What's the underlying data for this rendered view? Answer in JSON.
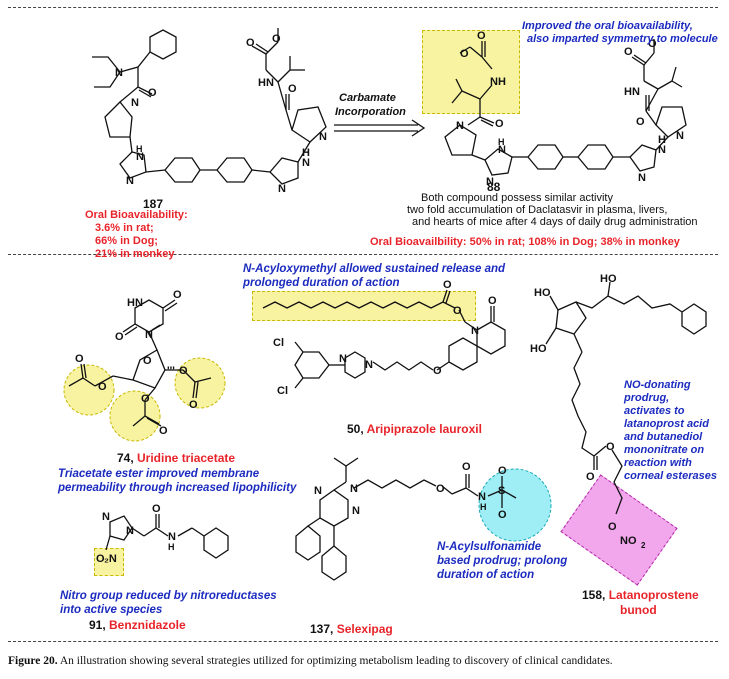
{
  "section_top": {
    "compound_187": {
      "number": "187",
      "bio_title": "Oral Bioavailability:",
      "bio_lines": [
        "3.6% in rat;",
        "66% in Dog;",
        "21% in monkey"
      ]
    },
    "arrow_label_1": "Carbamate",
    "arrow_label_2": "Incorporation",
    "compound_88": {
      "number": "88",
      "note_1": "Improved the oral bioavailability,",
      "note_2": "also imparted symmetry to molecule",
      "desc_1": "Both compound possess similar activity",
      "desc_2": "two fold accumulation of Daclatasvir in plasma, livers,",
      "desc_3": "and hearts of mice after 4 days of daily drug administration",
      "bio": "Oral Bioavailbility: 50% in rat; 108% in Dog; 38% in monkey"
    }
  },
  "section_bottom": {
    "uridine": {
      "number": "74, ",
      "name": "Uridine triacetate",
      "note_1": "Triacetate ester improved membrane",
      "note_2": "permeability through increased lipophilicity"
    },
    "aripiprazole": {
      "number": "50, ",
      "name": "Aripiprazole lauroxil",
      "note_1": "N-Acyloxymethyl allowed sustained release and",
      "note_2": "prolonged duration of action"
    },
    "latanoprostene": {
      "number": "158, ",
      "name_1": "Latanoprostene",
      "name_2": "bunod",
      "note": [
        "NO-donating",
        "prodrug,",
        "activates to",
        "latanoprost acid",
        "and butanediol",
        "mononitrate on",
        "reaction with",
        "corneal esterases"
      ]
    },
    "benznidazole": {
      "number": "91, ",
      "name": "Benznidazole",
      "note_1": "Nitro group reduced by nitroreductases",
      "note_2": "into active species"
    },
    "selexipag": {
      "number": "137, ",
      "name": "Selexipag",
      "note_1": "N-Acylsulfonamide",
      "note_2": "based prodrug; prolong",
      "note_3": "duration of action"
    }
  },
  "caption": {
    "label": "Figure 20.",
    "text": " An illustration showing several strategies utilized for optimizing metabolism leading to discovery of clinical candidates."
  },
  "colors": {
    "red": "#e8242a",
    "blue": "#1c2bbf",
    "yellow_box": "#f7f3a1",
    "pink_box": "#f2a6ec",
    "cyan_circle": "#9feef5"
  }
}
